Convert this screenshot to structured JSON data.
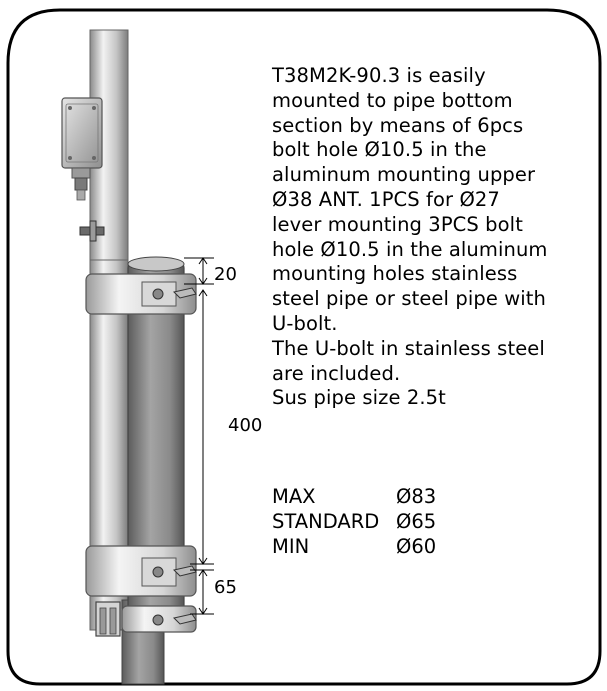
{
  "description": {
    "lines": [
      "T38M2K-90.3 is easily",
      "mounted to pipe bottom",
      "section by means of 6pcs",
      "bolt hole Ø10.5 in the",
      "aluminum mounting upper",
      "Ø38 ANT. 1PCS for Ø27",
      "lever mounting 3PCS bolt",
      "hole Ø10.5 in the aluminum",
      "mounting holes stainless",
      "steel pipe or steel pipe with",
      "U-bolt.",
      "The U-bolt in stainless steel",
      "are included.",
      "Sus pipe size 2.5t"
    ]
  },
  "specs": [
    {
      "name": "MAX",
      "value": "Ø83"
    },
    {
      "name": "STANDARD",
      "value": "Ø65"
    },
    {
      "name": "MIN",
      "value": "Ø60"
    }
  ],
  "dimensions": {
    "top_gap": "20",
    "length": "400",
    "bottom_gap": "65"
  }
}
